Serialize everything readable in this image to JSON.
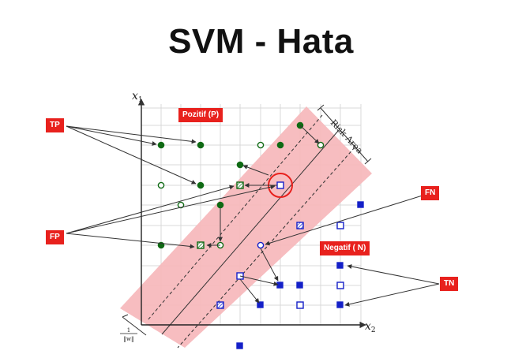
{
  "title": "SVM - Hata",
  "axes": {
    "y_label": "x",
    "y_sub": "1",
    "x_label": "x",
    "x_sub": "2"
  },
  "margin_label": {
    "num": "1",
    "den": "‖w‖"
  },
  "risk_area_label": "Risk Area",
  "regions": {
    "positive": "Pozitif (P)",
    "negative": "Negatif ( N)"
  },
  "tags": {
    "tp": "TP",
    "fp": "FP",
    "fn": "FN",
    "tn": "TN"
  },
  "colors": {
    "positive": "#0f6a14",
    "negative": "#1420c8",
    "band": "#f6b6b9",
    "tag": "#e8211d",
    "grid": "#d9d9d9",
    "axis": "#222222"
  }
}
